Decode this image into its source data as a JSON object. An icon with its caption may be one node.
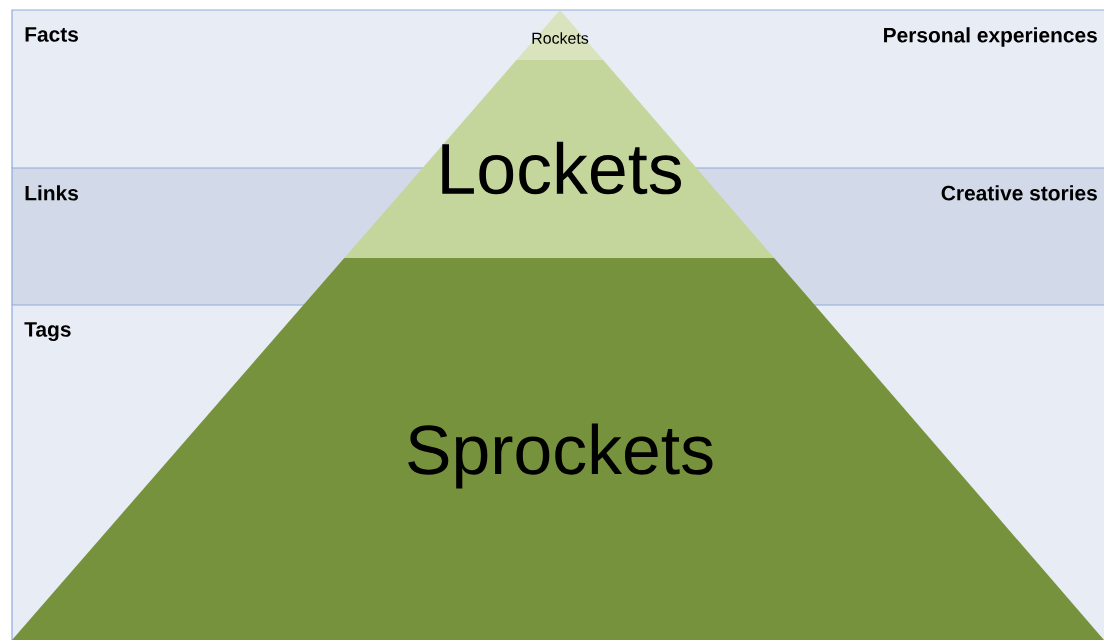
{
  "diagram": {
    "nodes": [
      {
        "text": [
          "Facts",
          "Personal experiences"
        ]
      },
      {
        "text": [
          "Links",
          "Creative stories"
        ]
      },
      {
        "text": [
          "Tags"
        ]
      },
      {
        "text": [
          "Rockets"
        ],
        "in": 0
      },
      {
        "text": [
          "Lockets"
        ]
      },
      {
        "text": [
          "Sprockets"
        ],
        "in": 2
      }
    ]
  }
}
